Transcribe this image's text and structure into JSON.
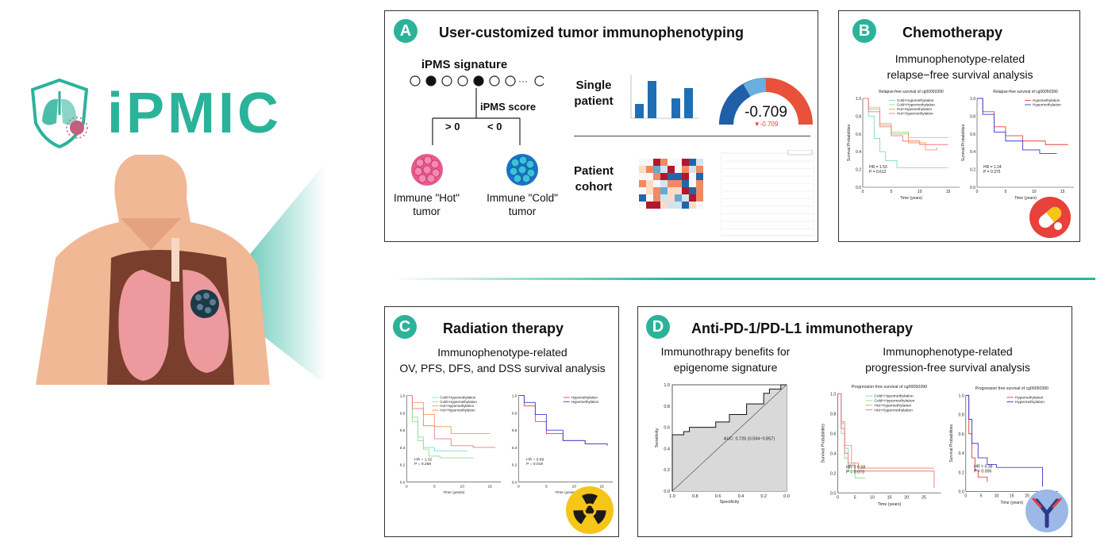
{
  "logo": {
    "text": "iPMIC",
    "brand_color": "#2bb39a"
  },
  "panels": {
    "A": {
      "badge": "A",
      "title": "User-customized tumor immunophenotyping",
      "signature_label": "iPMS signature",
      "score_label": "iPMS score",
      "gt_label": "> 0",
      "lt_label": "< 0",
      "hot_label": [
        "Immune \"Hot\"",
        "tumor"
      ],
      "cold_label": [
        "Immune \"Cold\"",
        "tumor"
      ],
      "single_patient": [
        "Single",
        "patient"
      ],
      "patient_cohort": [
        "Patient",
        "cohort"
      ],
      "gauge_value": "-0.709",
      "gauge_delta": "▼-0.709",
      "gauge_fraction": 0.35
    },
    "B": {
      "badge": "B",
      "title": "Chemotherapy",
      "subtitle": [
        "Immunophenotype-related",
        "relapse−free survival analysis"
      ],
      "plot1_title": "Relapse-free survival of cg00050390",
      "plot2_title": "Relapse-free survival of cg00050390",
      "plot1_legend": [
        "Cold+Hypomethylation",
        "Cold+Hypermethylation",
        "Hot+Hypomethylation",
        "Hot+Hypermethylation"
      ],
      "plot2_legend": [
        "Hypomethylation",
        "Hypermethylation"
      ],
      "plot1_stats": [
        "HR = 1.53",
        "P = 0.612"
      ],
      "plot2_stats": [
        "HR = 1.24",
        "P = 0.375"
      ],
      "xlabel": "Time (years)",
      "ylabel": "Survival Probabilities",
      "pill_icon_color": "#e8403a"
    },
    "C": {
      "badge": "C",
      "title": "Radiation therapy",
      "subtitle": [
        "Immunophenotype-related",
        "OV, PFS, DFS, and DSS survival analysis"
      ],
      "plot1_legend": [
        "Cold+Hypomethylation",
        "Cold+Hypermethylation",
        "Hot+Hypomethylation",
        "Hot+Hypermethylation"
      ],
      "plot2_legend": [
        "Hypomethylation",
        "Hypermethylation"
      ],
      "plot1_stats": [
        "HR = 1.32",
        "P = 0.268"
      ],
      "plot2_stats": [
        "HR = 0.69",
        "P = 0.019"
      ],
      "xlabel": "Time (years)",
      "radiation_icon_color": "#f5c518"
    },
    "D": {
      "badge": "D",
      "title": "Anti-PD-1/PD-L1 immunotherapy",
      "left_subtitle": [
        "Immunothrapy benefits for",
        "epigenome signature"
      ],
      "right_subtitle": [
        "Immunophenotype-related",
        "progression-free survival analysis"
      ],
      "roc_auc": "AUC: 0.726 (0.594~0.857)",
      "roc_xlabel": "Specificity",
      "roc_ylabel": "Sensitivity",
      "roc_xticks": [
        "1.0",
        "0.8",
        "0.6",
        "0.4",
        "0.2",
        "0.0"
      ],
      "roc_yticks": [
        "0.0",
        "0.2",
        "0.4",
        "0.6",
        "0.8",
        "1.0"
      ],
      "plot1_title": "Progression free survival of cg00050390",
      "plot2_title": "Progression free survival of cg00050390",
      "plot1_legend": [
        "Cold+Hypomethylation",
        "Cold+Hypermethylation",
        "Hot+Hypomethylation",
        "Hot+Hypermethylation"
      ],
      "plot2_legend": [
        "Hypomethylation",
        "Hypermethylation"
      ],
      "plot1_stats": [
        "HR = 0.58",
        "P = 0.073"
      ],
      "plot2_stats": [
        "HR = 0.38",
        "P = 0.006"
      ],
      "xlabel": "Time (years)",
      "antibody_icon_color": "#9bb8e6"
    }
  }
}
